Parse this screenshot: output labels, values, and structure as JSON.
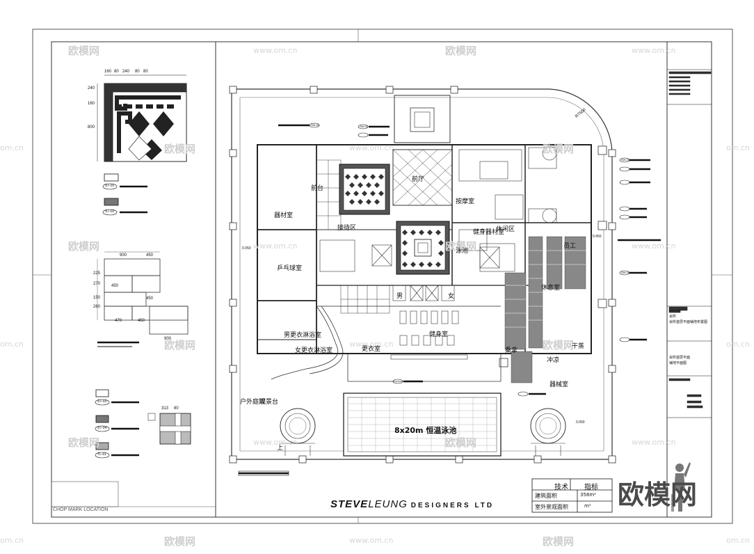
{
  "drawing": {
    "company": {
      "part1": "STEVE",
      "part2": "LEUNG",
      "part3": "DESIGNERS LTD"
    },
    "brand_watermark": "欧模网",
    "watermark_cn": "欧模网",
    "watermark_url": "www.om.cn",
    "watermark_url_short": "om.cn",
    "key_plan_label": "CHOP MARK LOCATION",
    "pool_label": "8x20m  恒温泳池",
    "dimension_circle": "R7500",
    "dim_top": [
      "160",
      "80",
      "240",
      "80",
      "80"
    ],
    "dim_left": [
      "240",
      "160",
      "800"
    ],
    "dim_paving_top": [
      "900",
      "450"
    ],
    "dim_paving_side": [
      "225",
      "270",
      "450",
      "150",
      "260",
      "450"
    ],
    "dim_paving_bottom": [
      "470",
      "450",
      "900"
    ],
    "dim_corner": [
      "313",
      "80"
    ],
    "level_marks": [
      "0.050",
      "0.050",
      "0.450"
    ],
    "rooms": [
      {
        "key": "r1",
        "label": "器材室"
      },
      {
        "key": "r2",
        "label": "乒乓球室"
      },
      {
        "key": "r3",
        "label": "男更衣淋浴室"
      },
      {
        "key": "r4",
        "label": "女更衣淋浴室"
      },
      {
        "key": "r5",
        "label": "前台"
      },
      {
        "key": "r6",
        "label": "接待区"
      },
      {
        "key": "r7",
        "label": "前厅"
      },
      {
        "key": "r8",
        "label": "健身室"
      },
      {
        "key": "r9",
        "label": "按摩室"
      },
      {
        "key": "r10",
        "label": "更衣室"
      },
      {
        "key": "r11",
        "label": "健身器材室"
      },
      {
        "key": "r12",
        "label": "休息室"
      },
      {
        "key": "r13",
        "label": "泳池"
      },
      {
        "key": "r14",
        "label": "桑拿"
      },
      {
        "key": "r15",
        "label": "冲凉"
      },
      {
        "key": "r16",
        "label": "器械室"
      },
      {
        "key": "r17",
        "label": "户外庭院"
      },
      {
        "key": "r18",
        "label": "观景台"
      },
      {
        "key": "r19",
        "label": "休闲区"
      },
      {
        "key": "r20",
        "label": "男"
      },
      {
        "key": "r21",
        "label": "女"
      },
      {
        "key": "r22",
        "label": "干蒸"
      },
      {
        "key": "r23",
        "label": "员工"
      },
      {
        "key": "r24",
        "label": "上"
      }
    ],
    "material_codes": [
      "ST-01",
      "ST-02",
      "ST-03",
      "ST-04",
      "TL-01"
    ],
    "tag_codes": [
      "SW-01",
      "SW-02",
      "SW-03",
      "SW-04"
    ],
    "title_block": {
      "technical": "技术",
      "index": "指标",
      "row1_label": "建筑面积",
      "row1_value": "358m²",
      "row2_label": "室外景观面积",
      "row2_value": "m²"
    },
    "side_title": {
      "project": "会所",
      "drawing_name": "会所首层平面铺地布置图",
      "line_a": "会所首层平面",
      "line_b": "铺地平面图"
    }
  }
}
